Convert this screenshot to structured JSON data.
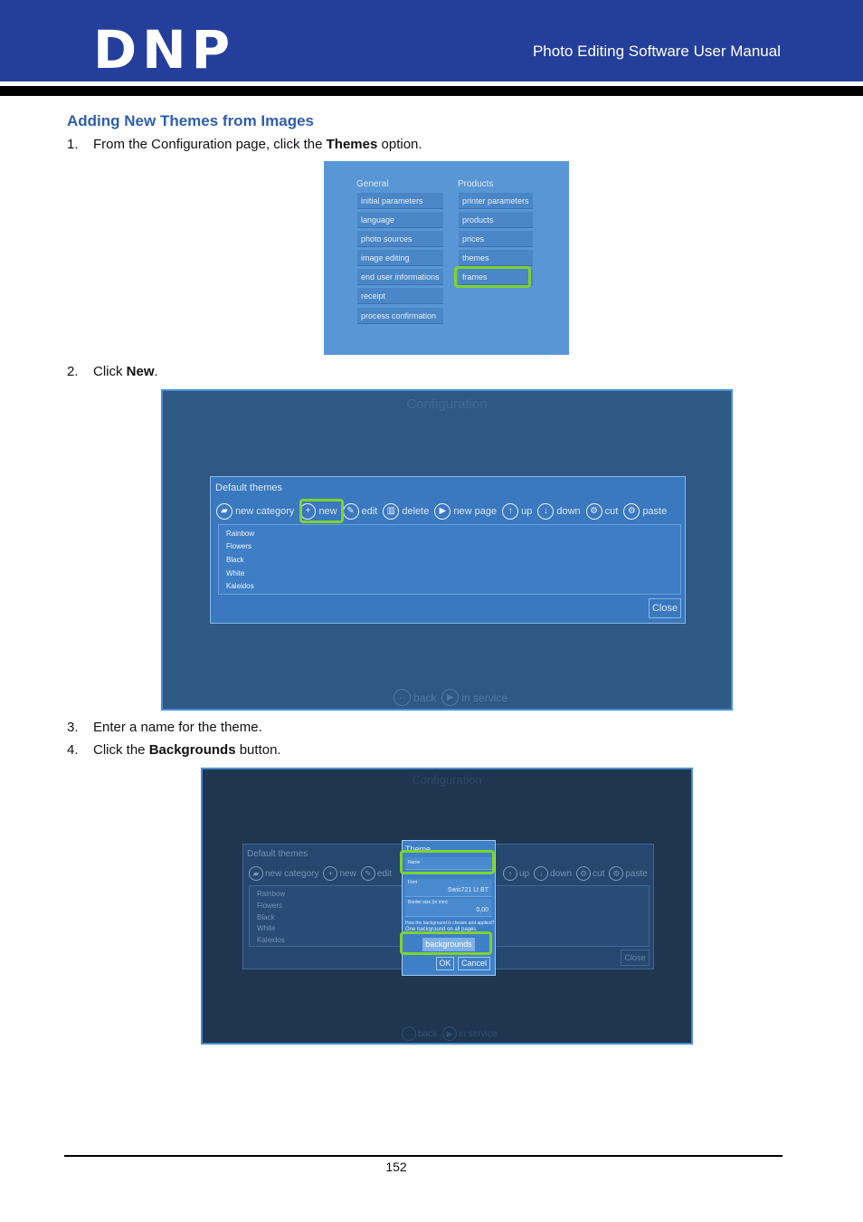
{
  "header": {
    "logo": "DNP",
    "title": "Photo Editing Software User Manual",
    "colors": {
      "band": "#243f9b",
      "highlight": "#7ed42c"
    }
  },
  "section_title": "Adding New Themes from Images",
  "steps": [
    {
      "num": "1.",
      "before": "From the Configuration page, click the ",
      "bold": "Themes",
      "after": " option."
    },
    {
      "num": "2.",
      "before": "Click ",
      "bold": "New",
      "after": "."
    },
    {
      "num": "3.",
      "before": "Enter a name for the theme.",
      "bold": "",
      "after": ""
    },
    {
      "num": "4.",
      "before": "Click the ",
      "bold": "Backgrounds",
      "after": " button."
    }
  ],
  "screenshot1": {
    "general_heading": "General",
    "products_heading": "Products",
    "general_items": [
      "initial parameters",
      "language",
      "photo sources",
      "image editing",
      "end user informations",
      "receipt",
      "process confirmation"
    ],
    "product_items": [
      "printer parameters",
      "products",
      "prices",
      "themes",
      "frames"
    ]
  },
  "screenshot2": {
    "header": "Configuration",
    "panel_title": "Default themes",
    "toolbar": [
      "new category",
      "new",
      "edit",
      "delete",
      "new page",
      "up",
      "down",
      "cut",
      "paste"
    ],
    "themes": [
      "Rainbow",
      "Flowers",
      "Black",
      "White",
      "Kaleidos"
    ],
    "close": "Close",
    "back": "back",
    "in_service": "in service"
  },
  "screenshot3": {
    "header": "Configuration",
    "panel_title": "Default themes",
    "toolbar_left": [
      "new category",
      "new",
      "edit"
    ],
    "toolbar_right": [
      "up",
      "down",
      "cut",
      "paste"
    ],
    "themes": [
      "Rainbow",
      "Flowers",
      "Black",
      "White",
      "Kaleidos"
    ],
    "close": "Close",
    "back": "back",
    "in_service": "in service",
    "dialog": {
      "title": "Theme",
      "name_label": "Name",
      "font_label": "Font",
      "font_value": "Swis721 Lt BT",
      "border_label": "Border size (in mm)",
      "border_value": "0,00",
      "question": "How the background is chosen and applied?",
      "option": "One background on all pages",
      "backgrounds": "backgrounds",
      "ok": "OK",
      "cancel": "Cancel"
    }
  },
  "page_number": "152"
}
